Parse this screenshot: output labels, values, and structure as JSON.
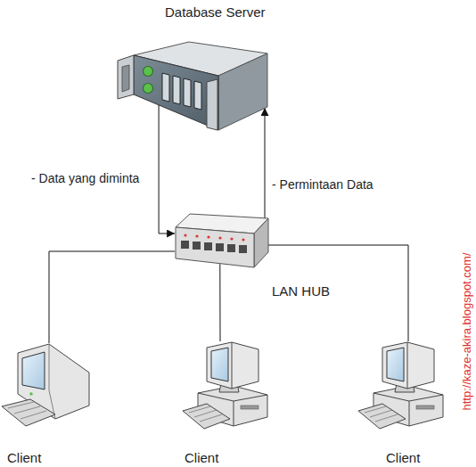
{
  "diagram": {
    "nodes": [
      {
        "text": [
          "Database Server"
        ]
      },
      {
        "text": [
          "LAN HUB"
        ]
      },
      {
        "text": [
          "Client"
        ]
      },
      {
        "text": [
          "Client"
        ]
      },
      {
        "text": [
          "Client"
        ]
      }
    ],
    "edges": [
      {
        "from": 0,
        "to": 1,
        "arrow": "to",
        "label": "- Data yang diminta"
      },
      {
        "from": 1,
        "to": 0,
        "arrow": "to",
        "label": "- Permintaan Data"
      },
      {
        "from": 1,
        "to": 2,
        "arrow": "none"
      },
      {
        "from": 1,
        "to": 3,
        "arrow": "none"
      },
      {
        "from": 1,
        "to": 4,
        "arrow": "none"
      }
    ],
    "labels": [
      "http://kaze-akira.blogspot.com/"
    ]
  }
}
